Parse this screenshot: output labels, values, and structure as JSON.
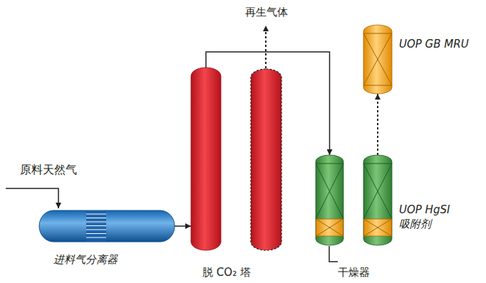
{
  "diagram": {
    "nodes": [
      {
        "text": [
          "进料气分离器"
        ]
      },
      {
        "text": [
          "脱 CO₂ 塔"
        ]
      },
      {
        "text": [
          "再生气体"
        ]
      },
      {
        "text": [
          "干燥器"
        ]
      },
      {
        "text": [
          "UOP HgSI 吸附剂"
        ]
      },
      {
        "text": [
          "UOP GB MRU"
        ]
      }
    ],
    "edges": [
      {
        "from": 0,
        "to": 1,
        "arrow": "to"
      },
      {
        "from": 1,
        "to": 3,
        "arrow": "to"
      },
      {
        "from": 4,
        "to": 5,
        "arrow": "to"
      }
    ],
    "labels": [
      "原料天然气"
    ]
  }
}
